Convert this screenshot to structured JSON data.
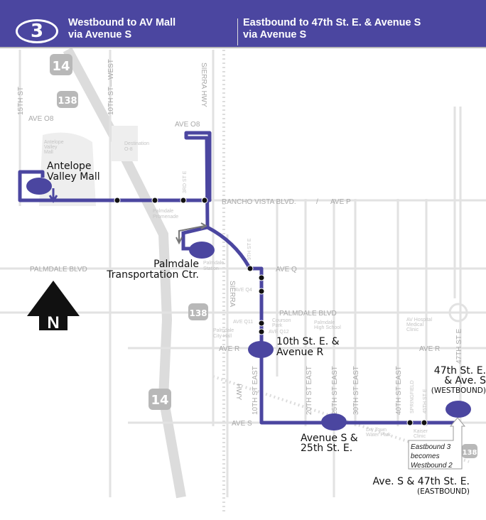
{
  "header": {
    "route_number": "3",
    "westbound_line1": "Westbound to AV Mall",
    "westbound_line2": "via Avenue S",
    "eastbound_line1": "Eastbound to 47th St. E. & Avenue S",
    "eastbound_line2": "via Avenue S"
  },
  "colors": {
    "route": "#4b46a0",
    "streets": "#e2e2e2",
    "labels": "#a8a8a8"
  },
  "highways": [
    "14",
    "138",
    "138",
    "14",
    "138"
  ],
  "streets": {
    "st15": "15TH ST",
    "st10w": "10TH ST—WEST",
    "sierra": "SIERRA HWY",
    "aveo8_w": "AVE O8",
    "aveo8_e": "AVE O8",
    "st3e": "3RD ST E",
    "rancho": "RANCHO VISTA BLVD.",
    "slash": "/",
    "avep": "AVE P",
    "palmdale_w": "PALMDALE BLVD",
    "palmdale_e": "PALMDALE BLVD",
    "st9e": "9TH ST E",
    "aveq": "AVE Q",
    "aveq4": "AVE Q4",
    "sierra2": "SIERRA",
    "hwy": "HWY",
    "aveq11": "AVE Q11",
    "aveq12": "AVE Q12",
    "aver_w": "AVE R",
    "aver_e": "AVE R",
    "st47e": "47TH ST E",
    "st10e": "10TH ST EAST",
    "st20e": "20TH ST EAST",
    "st25e": "25TH ST EAST",
    "st30e": "30TH ST EAST",
    "st40e": "40TH ST EAST",
    "springfield": "SPRINGFIELD",
    "st45e": "45TH ST E",
    "aves": "AVE S"
  },
  "landmarks": {
    "av_mall": [
      "Antelope",
      "Valley",
      "Mall"
    ],
    "destination": [
      "Destination",
      "O-8"
    ],
    "promenade": [
      "Palmdale",
      "Promenade"
    ],
    "station": [
      "Palmdale",
      "Station"
    ],
    "city_hall": [
      "Palmdale",
      "City Hall"
    ],
    "courson": [
      "Courson",
      "Park"
    ],
    "high_school": [
      "Palmdale",
      "High School"
    ],
    "hospital": [
      "AV Hospital",
      "Medical",
      "Clinic"
    ],
    "water_park": [
      "Dry Town",
      "Water Park"
    ],
    "kaiser": [
      "Kaiser",
      "Clinic"
    ]
  },
  "compass": {
    "label": "N"
  },
  "stops": [
    {
      "line1": "Antelope",
      "line2": "Valley Mall"
    },
    {
      "line1": "Palmdale",
      "line2": "Transportation Ctr."
    },
    {
      "line1": "10th St. E. &",
      "line2": "Avenue R"
    },
    {
      "line1": "Avenue S &",
      "line2": "25th St. E."
    },
    {
      "line1": "47th St. E.",
      "line2": "& Ave. S",
      "line3": "(WESTBOUND)"
    },
    {
      "line1": "Ave. S & 47th St. E.",
      "line2": "(EASTBOUND)"
    }
  ],
  "note": {
    "line1": "Eastbound 3",
    "line2": "becomes",
    "line3": "Westbound 2"
  }
}
